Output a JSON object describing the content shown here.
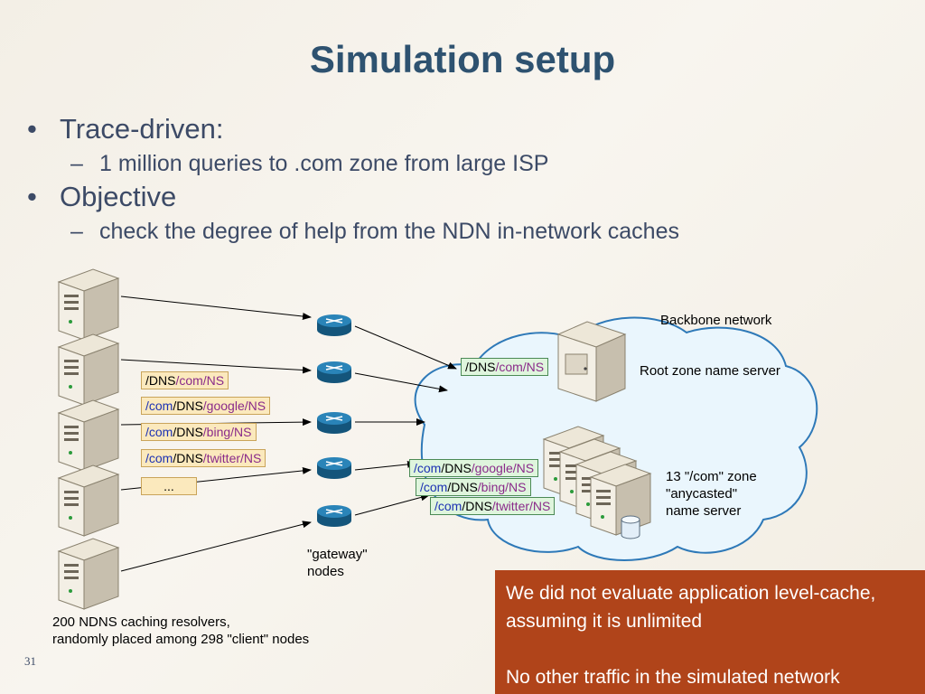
{
  "slide": {
    "title": "Simulation setup",
    "number": "31",
    "bullets": [
      {
        "text": "Trace-driven:",
        "sub": "1 million queries to .com zone from large ISP"
      },
      {
        "text": "Objective",
        "sub": "check the degree of help from the NDN in-network caches"
      }
    ]
  },
  "diagram": {
    "backbone_label": "Backbone network",
    "root_label": "Root zone name server",
    "com_label": [
      "13 \"/com\" zone",
      "\"anycasted\"",
      "name server"
    ],
    "gateway_label": [
      "\"gateway\"",
      "nodes"
    ],
    "resolver_label": [
      "200 NDNS caching resolvers,",
      "randomly placed among 298 \"client\" nodes"
    ],
    "ellipsis": "...",
    "left_tags": [
      [
        {
          "t": "/DNS",
          "c": "black"
        },
        {
          "t": "/com",
          "c": "purple"
        },
        {
          "t": "/NS",
          "c": "purple"
        }
      ],
      [
        {
          "t": "/com",
          "c": "blue"
        },
        {
          "t": "/DNS",
          "c": "black"
        },
        {
          "t": "/google",
          "c": "purple"
        },
        {
          "t": "/NS",
          "c": "purple"
        }
      ],
      [
        {
          "t": "/com",
          "c": "blue"
        },
        {
          "t": "/DNS",
          "c": "black"
        },
        {
          "t": "/bing",
          "c": "purple"
        },
        {
          "t": "/NS",
          "c": "purple"
        }
      ],
      [
        {
          "t": "/com",
          "c": "blue"
        },
        {
          "t": "/DNS",
          "c": "black"
        },
        {
          "t": "/twitter",
          "c": "purple"
        },
        {
          "t": "/NS",
          "c": "purple"
        }
      ]
    ],
    "root_tag": [
      {
        "t": "/DNS",
        "c": "black"
      },
      {
        "t": "/com",
        "c": "purple"
      },
      {
        "t": "/NS",
        "c": "purple"
      }
    ],
    "com_tags": [
      [
        {
          "t": "/com",
          "c": "blue"
        },
        {
          "t": "/DNS",
          "c": "black"
        },
        {
          "t": "/google",
          "c": "purple"
        },
        {
          "t": "/NS",
          "c": "purple"
        }
      ],
      [
        {
          "t": "/com",
          "c": "blue"
        },
        {
          "t": "/DNS",
          "c": "black"
        },
        {
          "t": "/bing",
          "c": "purple"
        },
        {
          "t": "/NS",
          "c": "purple"
        }
      ],
      [
        {
          "t": "/com",
          "c": "blue"
        },
        {
          "t": "/DNS",
          "c": "black"
        },
        {
          "t": "/twitter",
          "c": "purple"
        },
        {
          "t": "/NS",
          "c": "purple"
        }
      ]
    ]
  },
  "note": {
    "line1": "We did not evaluate application level-cache, assuming it is unlimited",
    "line2": "No other traffic in the simulated network"
  },
  "colors": {
    "title": "#2e5270",
    "note_bg": "#b0441a",
    "router": "#1e6f9e",
    "cloud": "#eaf6fd",
    "cloud_stroke": "#2e79b8"
  }
}
